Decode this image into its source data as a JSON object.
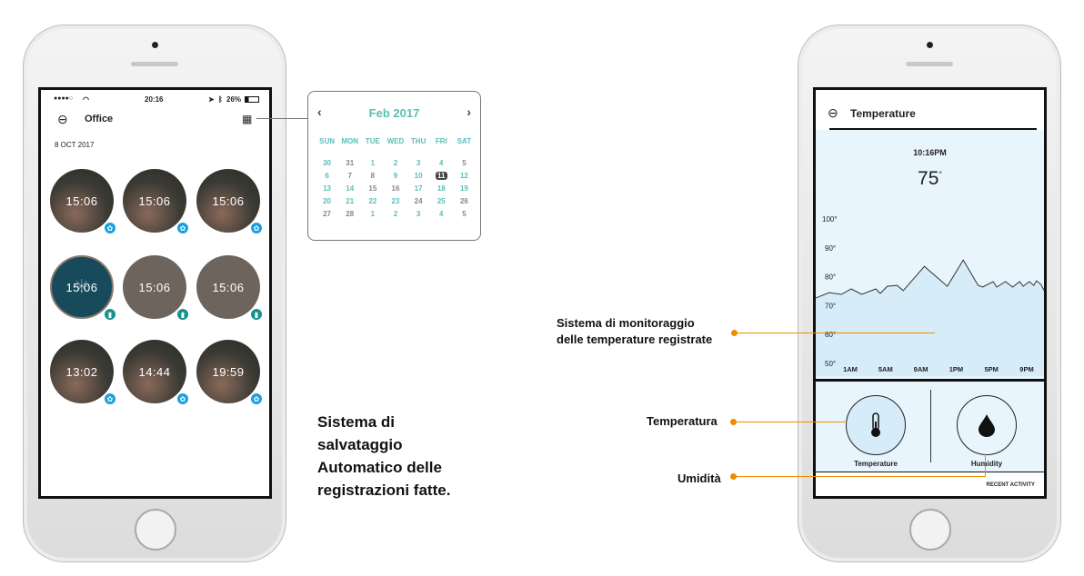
{
  "left_phone": {
    "status": {
      "signal": "●●●●○",
      "time": "20:16",
      "battery": "26%"
    },
    "title": "Office",
    "date": "8 OCT 2017",
    "recordings": [
      {
        "time": "15:06",
        "style": "photo",
        "badge": "blue"
      },
      {
        "time": "15:06",
        "style": "photo",
        "badge": "blue"
      },
      {
        "time": "15:06",
        "style": "photo",
        "badge": "blue"
      },
      {
        "time": "15:06",
        "style": "teal",
        "badge": "teal"
      },
      {
        "time": "15:06",
        "style": "grey",
        "badge": "teal"
      },
      {
        "time": "15:06",
        "style": "grey",
        "badge": "teal"
      },
      {
        "time": "13:02",
        "style": "photo",
        "badge": "blue"
      },
      {
        "time": "14:44",
        "style": "photo",
        "badge": "blue"
      },
      {
        "time": "19:59",
        "style": "photo",
        "badge": "blue"
      }
    ]
  },
  "calendar": {
    "month": "Feb 2017",
    "days_of_week": [
      "SUN",
      "MON",
      "TUE",
      "WED",
      "THU",
      "FRI",
      "SAT"
    ],
    "days": [
      [
        "30",
        "tl"
      ],
      [
        "31",
        "gr"
      ],
      [
        "1",
        "tl"
      ],
      [
        "2",
        "tl"
      ],
      [
        "3",
        "tl"
      ],
      [
        "4",
        "tl"
      ],
      [
        "5",
        "gr"
      ],
      [
        "6",
        "tl"
      ],
      [
        "7",
        "gr"
      ],
      [
        "8",
        "gr"
      ],
      [
        "9",
        "tl"
      ],
      [
        "10",
        "tl"
      ],
      [
        "11",
        "sel"
      ],
      [
        "12",
        "tl"
      ],
      [
        "13",
        "tl"
      ],
      [
        "14",
        "tl"
      ],
      [
        "15",
        "gr"
      ],
      [
        "16",
        "gr"
      ],
      [
        "17",
        "tl"
      ],
      [
        "18",
        "tl"
      ],
      [
        "19",
        "tl"
      ],
      [
        "20",
        "tl"
      ],
      [
        "21",
        "tl"
      ],
      [
        "22",
        "tl"
      ],
      [
        "23",
        "tl"
      ],
      [
        "24",
        "gr"
      ],
      [
        "25",
        "tl"
      ],
      [
        "26",
        "gr"
      ],
      [
        "27",
        "gr"
      ],
      [
        "28",
        "gr"
      ],
      [
        "1",
        "tl"
      ],
      [
        "2",
        "tl"
      ],
      [
        "3",
        "tl"
      ],
      [
        "4",
        "tl"
      ],
      [
        "5",
        "gr"
      ]
    ],
    "selected_day": "11"
  },
  "left_caption": [
    "Sistema di",
    "salvataggio",
    "Automatico delle",
    "registrazioni fatte."
  ],
  "right_phone": {
    "title": "Temperature",
    "time": "10:16PM",
    "current_temp": "75",
    "degree": "°",
    "sensors": [
      {
        "label": "Temperature"
      },
      {
        "label": "Humidity"
      }
    ],
    "recent_activity": "RECENT ACTIVITY"
  },
  "chart_data": {
    "type": "area",
    "ylabel": "",
    "xlabel": "",
    "ylim": [
      50,
      100
    ],
    "y_ticks": [
      "100°",
      "90°",
      "80°",
      "70°",
      "60°",
      "50°"
    ],
    "y_tick_values": [
      100,
      90,
      80,
      70,
      60,
      50
    ],
    "x_ticks": [
      "1AM",
      "5AM",
      "9AM",
      "1PM",
      "5PM",
      "9PM"
    ],
    "x_tick_hours": [
      1,
      5,
      9,
      13,
      17,
      21
    ],
    "xlim": [
      -3.2,
      23.2
    ],
    "series": [
      {
        "name": "Temperature",
        "points": [
          [
            -3.2,
            72.3
          ],
          [
            -1.4,
            74.5
          ],
          [
            0,
            73.9
          ],
          [
            1.1,
            75.8
          ],
          [
            2.3,
            73.9
          ],
          [
            3.9,
            75.8
          ],
          [
            4.4,
            74.2
          ],
          [
            5.2,
            76.7
          ],
          [
            6.3,
            77
          ],
          [
            7,
            75.2
          ],
          [
            9.4,
            83.6
          ],
          [
            12,
            76.7
          ],
          [
            13.8,
            85.8
          ],
          [
            15.5,
            77
          ],
          [
            16,
            76.4
          ],
          [
            17.2,
            78.3
          ],
          [
            17.6,
            76.4
          ],
          [
            18.6,
            78.3
          ],
          [
            19.4,
            76.4
          ],
          [
            20.2,
            78.3
          ],
          [
            20.6,
            76.7
          ],
          [
            21.3,
            78.3
          ],
          [
            21.8,
            77
          ],
          [
            22.1,
            78.6
          ],
          [
            22.6,
            77.4
          ],
          [
            23.1,
            74.5
          ]
        ]
      }
    ]
  },
  "annotations": {
    "monitoring": [
      "Sistema di monitoraggio",
      "delle temperature registrate"
    ],
    "temperature": "Temperatura",
    "humidity": "Umidità"
  },
  "colors": {
    "accent": "#5bbdb9",
    "annotation": "#f08a00",
    "chart_fill": "#d6ecf8",
    "panel": "#e8f5fc"
  }
}
